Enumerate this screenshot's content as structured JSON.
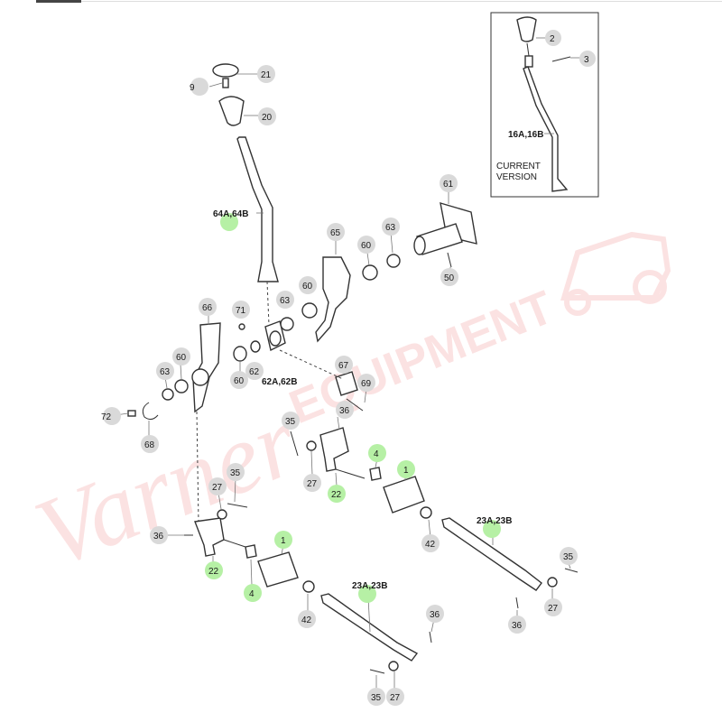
{
  "watermark": {
    "word1": "Varner",
    "word2": "EQUIPMENT"
  },
  "inset": {
    "note_line1": "CURRENT",
    "note_line2": "VERSION",
    "rod_label": "16A,16B",
    "labels": [
      "2",
      "3"
    ]
  },
  "callouts": [
    {
      "id": "c21",
      "text": "21",
      "hl": false
    },
    {
      "id": "c9",
      "text": "9",
      "hl": false
    },
    {
      "id": "c20",
      "text": "20",
      "hl": false
    },
    {
      "id": "c64",
      "text": "64A,64B",
      "hl": true
    },
    {
      "id": "c61",
      "text": "61",
      "hl": false
    },
    {
      "id": "c65",
      "text": "65",
      "hl": false
    },
    {
      "id": "c63a",
      "text": "63",
      "hl": false
    },
    {
      "id": "c60a",
      "text": "60",
      "hl": false
    },
    {
      "id": "c50",
      "text": "50",
      "hl": false
    },
    {
      "id": "c66",
      "text": "66",
      "hl": false
    },
    {
      "id": "c71",
      "text": "71",
      "hl": false
    },
    {
      "id": "c63b",
      "text": "63",
      "hl": false
    },
    {
      "id": "c60b",
      "text": "60",
      "hl": false
    },
    {
      "id": "c60c",
      "text": "60",
      "hl": false
    },
    {
      "id": "c63c",
      "text": "63",
      "hl": false
    },
    {
      "id": "c60d",
      "text": "60",
      "hl": false
    },
    {
      "id": "c62",
      "text": "62",
      "hl": false
    },
    {
      "id": "c62ab",
      "text": "62A,62B",
      "hl": false
    },
    {
      "id": "c67",
      "text": "67",
      "hl": false
    },
    {
      "id": "c69",
      "text": "69",
      "hl": false
    },
    {
      "id": "c72",
      "text": "72",
      "hl": false
    },
    {
      "id": "c68",
      "text": "68",
      "hl": false
    },
    {
      "id": "c35a",
      "text": "35",
      "hl": false
    },
    {
      "id": "c36a",
      "text": "36",
      "hl": false
    },
    {
      "id": "c4a",
      "text": "4",
      "hl": true
    },
    {
      "id": "c1a",
      "text": "1",
      "hl": true
    },
    {
      "id": "c27a",
      "text": "27",
      "hl": false
    },
    {
      "id": "c22a",
      "text": "22",
      "hl": true
    },
    {
      "id": "c35b",
      "text": "35",
      "hl": false
    },
    {
      "id": "c27b",
      "text": "27",
      "hl": false
    },
    {
      "id": "c36b",
      "text": "36",
      "hl": false
    },
    {
      "id": "c22b",
      "text": "22",
      "hl": true
    },
    {
      "id": "c1b",
      "text": "1",
      "hl": true
    },
    {
      "id": "c4b",
      "text": "4",
      "hl": true
    },
    {
      "id": "c42a",
      "text": "42",
      "hl": false
    },
    {
      "id": "c23a",
      "text": "23A,23B",
      "hl": true
    },
    {
      "id": "c42b",
      "text": "42",
      "hl": false
    },
    {
      "id": "c23b",
      "text": "23A,23B",
      "hl": true
    },
    {
      "id": "c35c",
      "text": "35",
      "hl": false
    },
    {
      "id": "c27c",
      "text": "27",
      "hl": false
    },
    {
      "id": "c36c",
      "text": "36",
      "hl": false
    },
    {
      "id": "c36d",
      "text": "36",
      "hl": false
    },
    {
      "id": "c35d",
      "text": "35",
      "hl": false
    },
    {
      "id": "c27d",
      "text": "27",
      "hl": false
    }
  ]
}
